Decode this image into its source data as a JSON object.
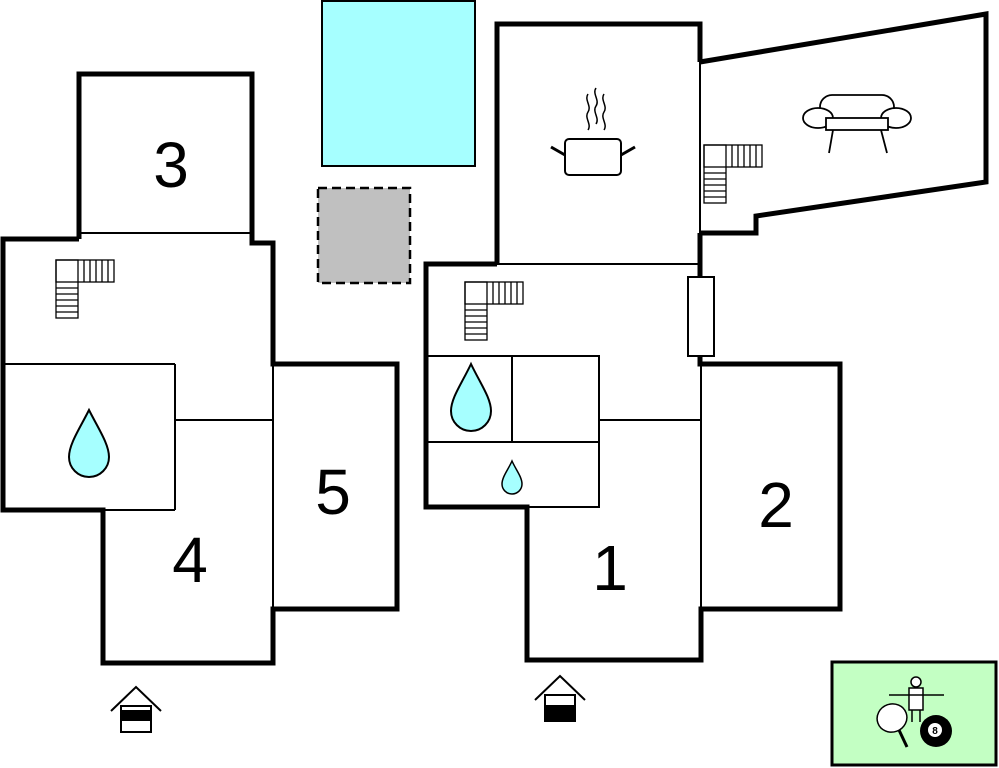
{
  "floorplan": {
    "room_labels": [
      "1",
      "2",
      "3",
      "4",
      "5"
    ],
    "pool_color": "#a6ffff",
    "terrace_color": "#c0c0c0",
    "water_color": "#a6ffff",
    "activities_color": "#c3ffc3",
    "icons": [
      "pot-icon",
      "sofa-icon",
      "stairs-icon",
      "water-drop-icon",
      "house-entrance-icon",
      "table-football-icon",
      "table-tennis-icon",
      "billiard-ball-icon"
    ],
    "billiard_number": "8"
  }
}
